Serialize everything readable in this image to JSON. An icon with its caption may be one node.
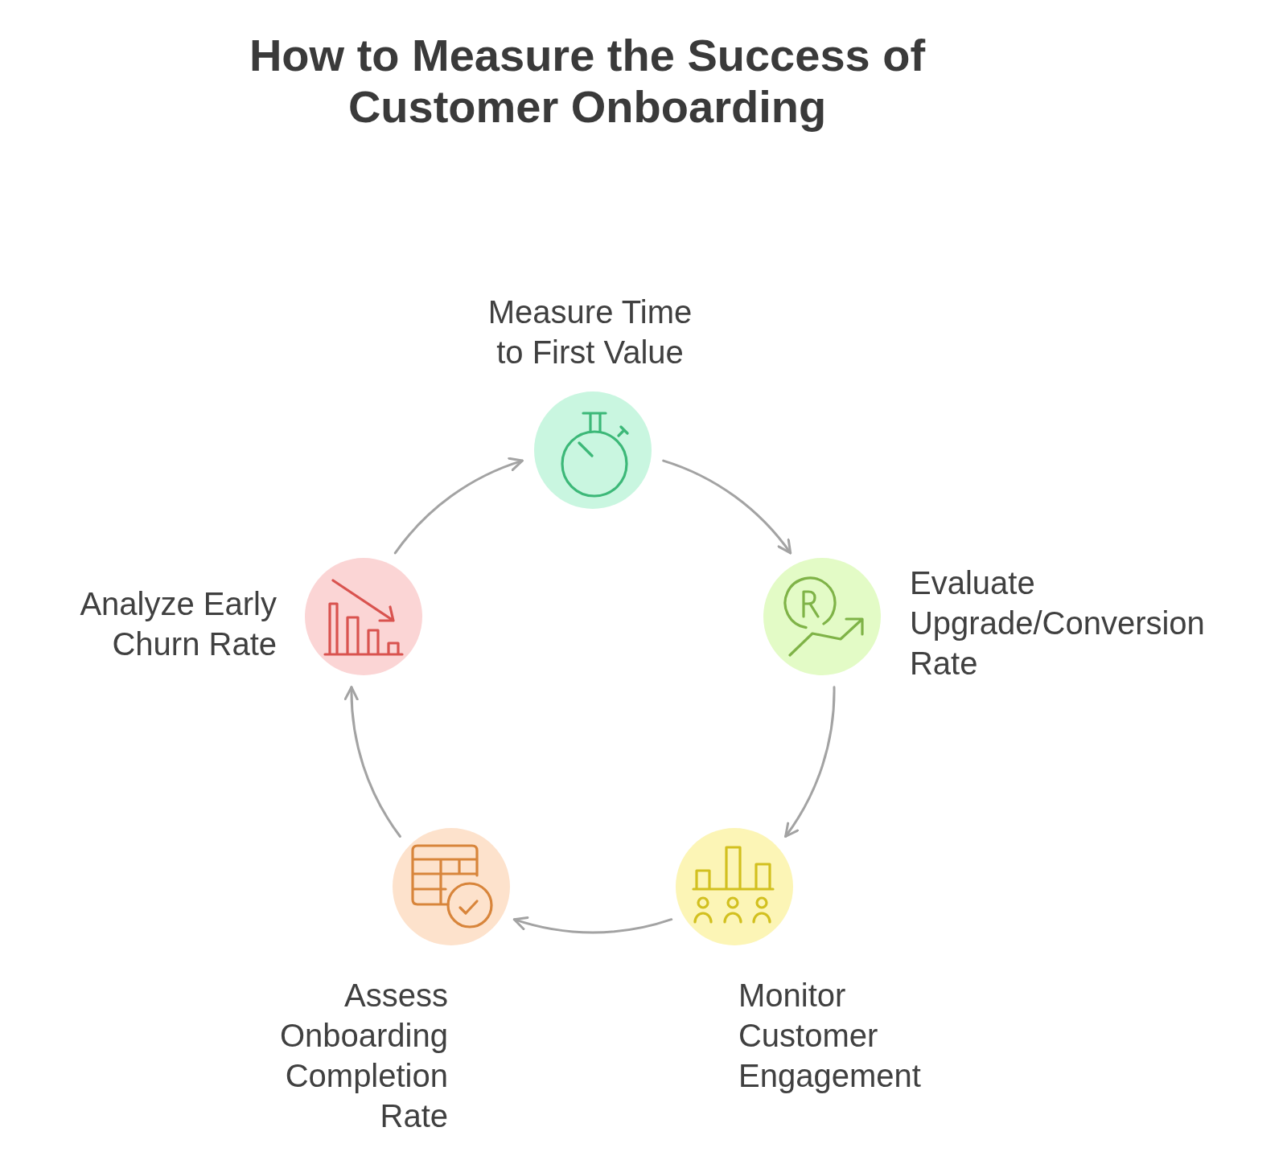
{
  "diagram": {
    "title": "How to Measure the Success of Customer Onboarding",
    "nodes": [
      {
        "text": [
          "Measure Time to First Value"
        ]
      },
      {
        "text": [
          "Evaluate Upgrade/Conversion Rate"
        ]
      },
      {
        "text": [
          "Monitor Customer Engagement"
        ]
      },
      {
        "text": [
          "Assess Onboarding Completion Rate"
        ]
      },
      {
        "text": [
          "Analyze Early Churn Rate"
        ]
      }
    ],
    "edges": [
      {
        "from": 0,
        "to": 1,
        "arrow": "to"
      },
      {
        "from": 1,
        "to": 2,
        "arrow": "to"
      },
      {
        "from": 2,
        "to": 3,
        "arrow": "to"
      },
      {
        "from": 3,
        "to": 4,
        "arrow": "to"
      },
      {
        "from": 4,
        "to": 0,
        "arrow": "to"
      }
    ]
  }
}
